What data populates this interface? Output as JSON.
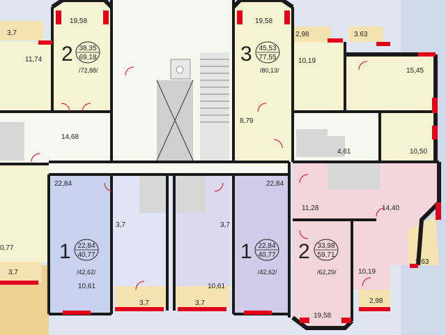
{
  "apartments": [
    {
      "id": "apt-a",
      "rooms": "2",
      "living": "38,35",
      "total": "69,18",
      "full": "/72,88/"
    },
    {
      "id": "apt-b",
      "rooms": "3",
      "living": "45,53",
      "total": "77,55",
      "full": "/80,13/"
    },
    {
      "id": "apt-c",
      "rooms": "1",
      "living": "22,84",
      "total": "40,77",
      "full": "/42,62/"
    },
    {
      "id": "apt-d",
      "rooms": "1",
      "living": "22,84",
      "total": "40,77",
      "full": "/42,62/"
    },
    {
      "id": "apt-e",
      "rooms": "2",
      "living": "33,98",
      "total": "59,71",
      "full": "/62,29/"
    }
  ],
  "areas": {
    "a01": "3,7",
    "a02": "19,58",
    "a03": "11,74",
    "a04": "14,68",
    "a05": "19,58",
    "a06": "2,98",
    "a07": "3.63",
    "a08": "10,19",
    "a09": "15,45",
    "a10": "8,79",
    "a11": "4,61",
    "a12": "10,50",
    "a13": "22,84",
    "a14": "3,7",
    "a15": "10,61",
    "a16": "3,7",
    "a17": "3,7",
    "a18": "10,61",
    "a19": "3,7",
    "a20": "22,84",
    "a21": "11,28",
    "a22": "14,40",
    "a23": "3.63",
    "a24": "10,19",
    "a25": "2,98",
    "a26": "19,58",
    "a27": "0,77",
    "a28": "3,7"
  },
  "colors": {
    "wall": "#1a1a1a",
    "accent": "#e3001b",
    "living": "#f5f3d2",
    "hall": "#f7f7f2",
    "wet": "#d7d7d7",
    "apt1": "#c8d2ee",
    "apt1b": "#dcd8ee",
    "apt2s": "#f3d6dc",
    "balcony": "#f4e2b0"
  }
}
